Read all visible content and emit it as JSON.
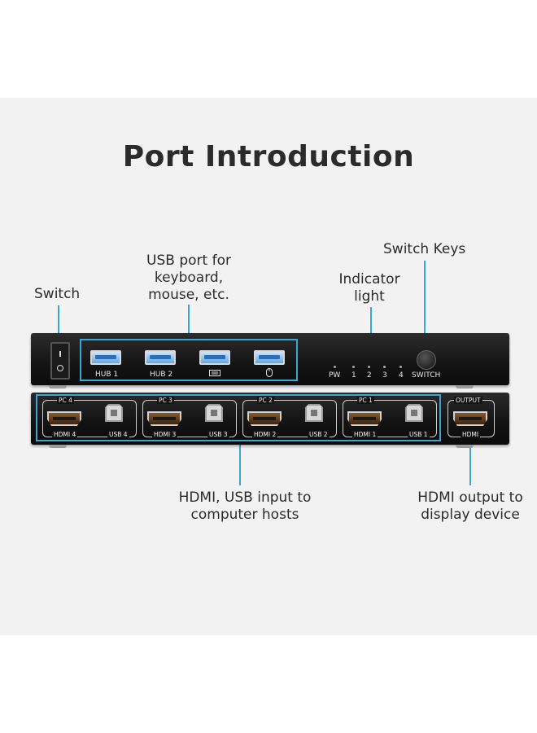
{
  "title": "Port Introduction",
  "callouts": {
    "switch": "Switch",
    "usb_ports": [
      "USB port for",
      "keyboard,",
      "mouse, etc."
    ],
    "indicator": [
      "Indicator",
      "light"
    ],
    "switch_keys": "Switch Keys",
    "hdmi_usb_input": [
      "HDMI, USB input to",
      "computer hosts"
    ],
    "hdmi_output": [
      "HDMI output to",
      "display device"
    ]
  },
  "front_panel": {
    "hub_labels": [
      "HUB 1",
      "HUB 2"
    ],
    "indicator_labels": [
      "PW",
      "1",
      "2",
      "3",
      "4"
    ],
    "switch_label": "SWITCH",
    "icons": [
      "keyboard-icon",
      "mouse-icon"
    ]
  },
  "back_panel": {
    "pcs": [
      {
        "pc": "PC 4",
        "hdmi": "HDMI 4",
        "usb": "USB 4"
      },
      {
        "pc": "PC 3",
        "hdmi": "HDMI 3",
        "usb": "USB 3"
      },
      {
        "pc": "PC 2",
        "hdmi": "HDMI 2",
        "usb": "USB 2"
      },
      {
        "pc": "PC 1",
        "hdmi": "HDMI 1",
        "usb": "USB 1"
      }
    ],
    "output": {
      "top": "OUTPUT",
      "bottom": "HDMI"
    }
  },
  "colors": {
    "accent": "#3aa6d8",
    "panel_bg": "#f2f2f2",
    "device": "#141414"
  }
}
